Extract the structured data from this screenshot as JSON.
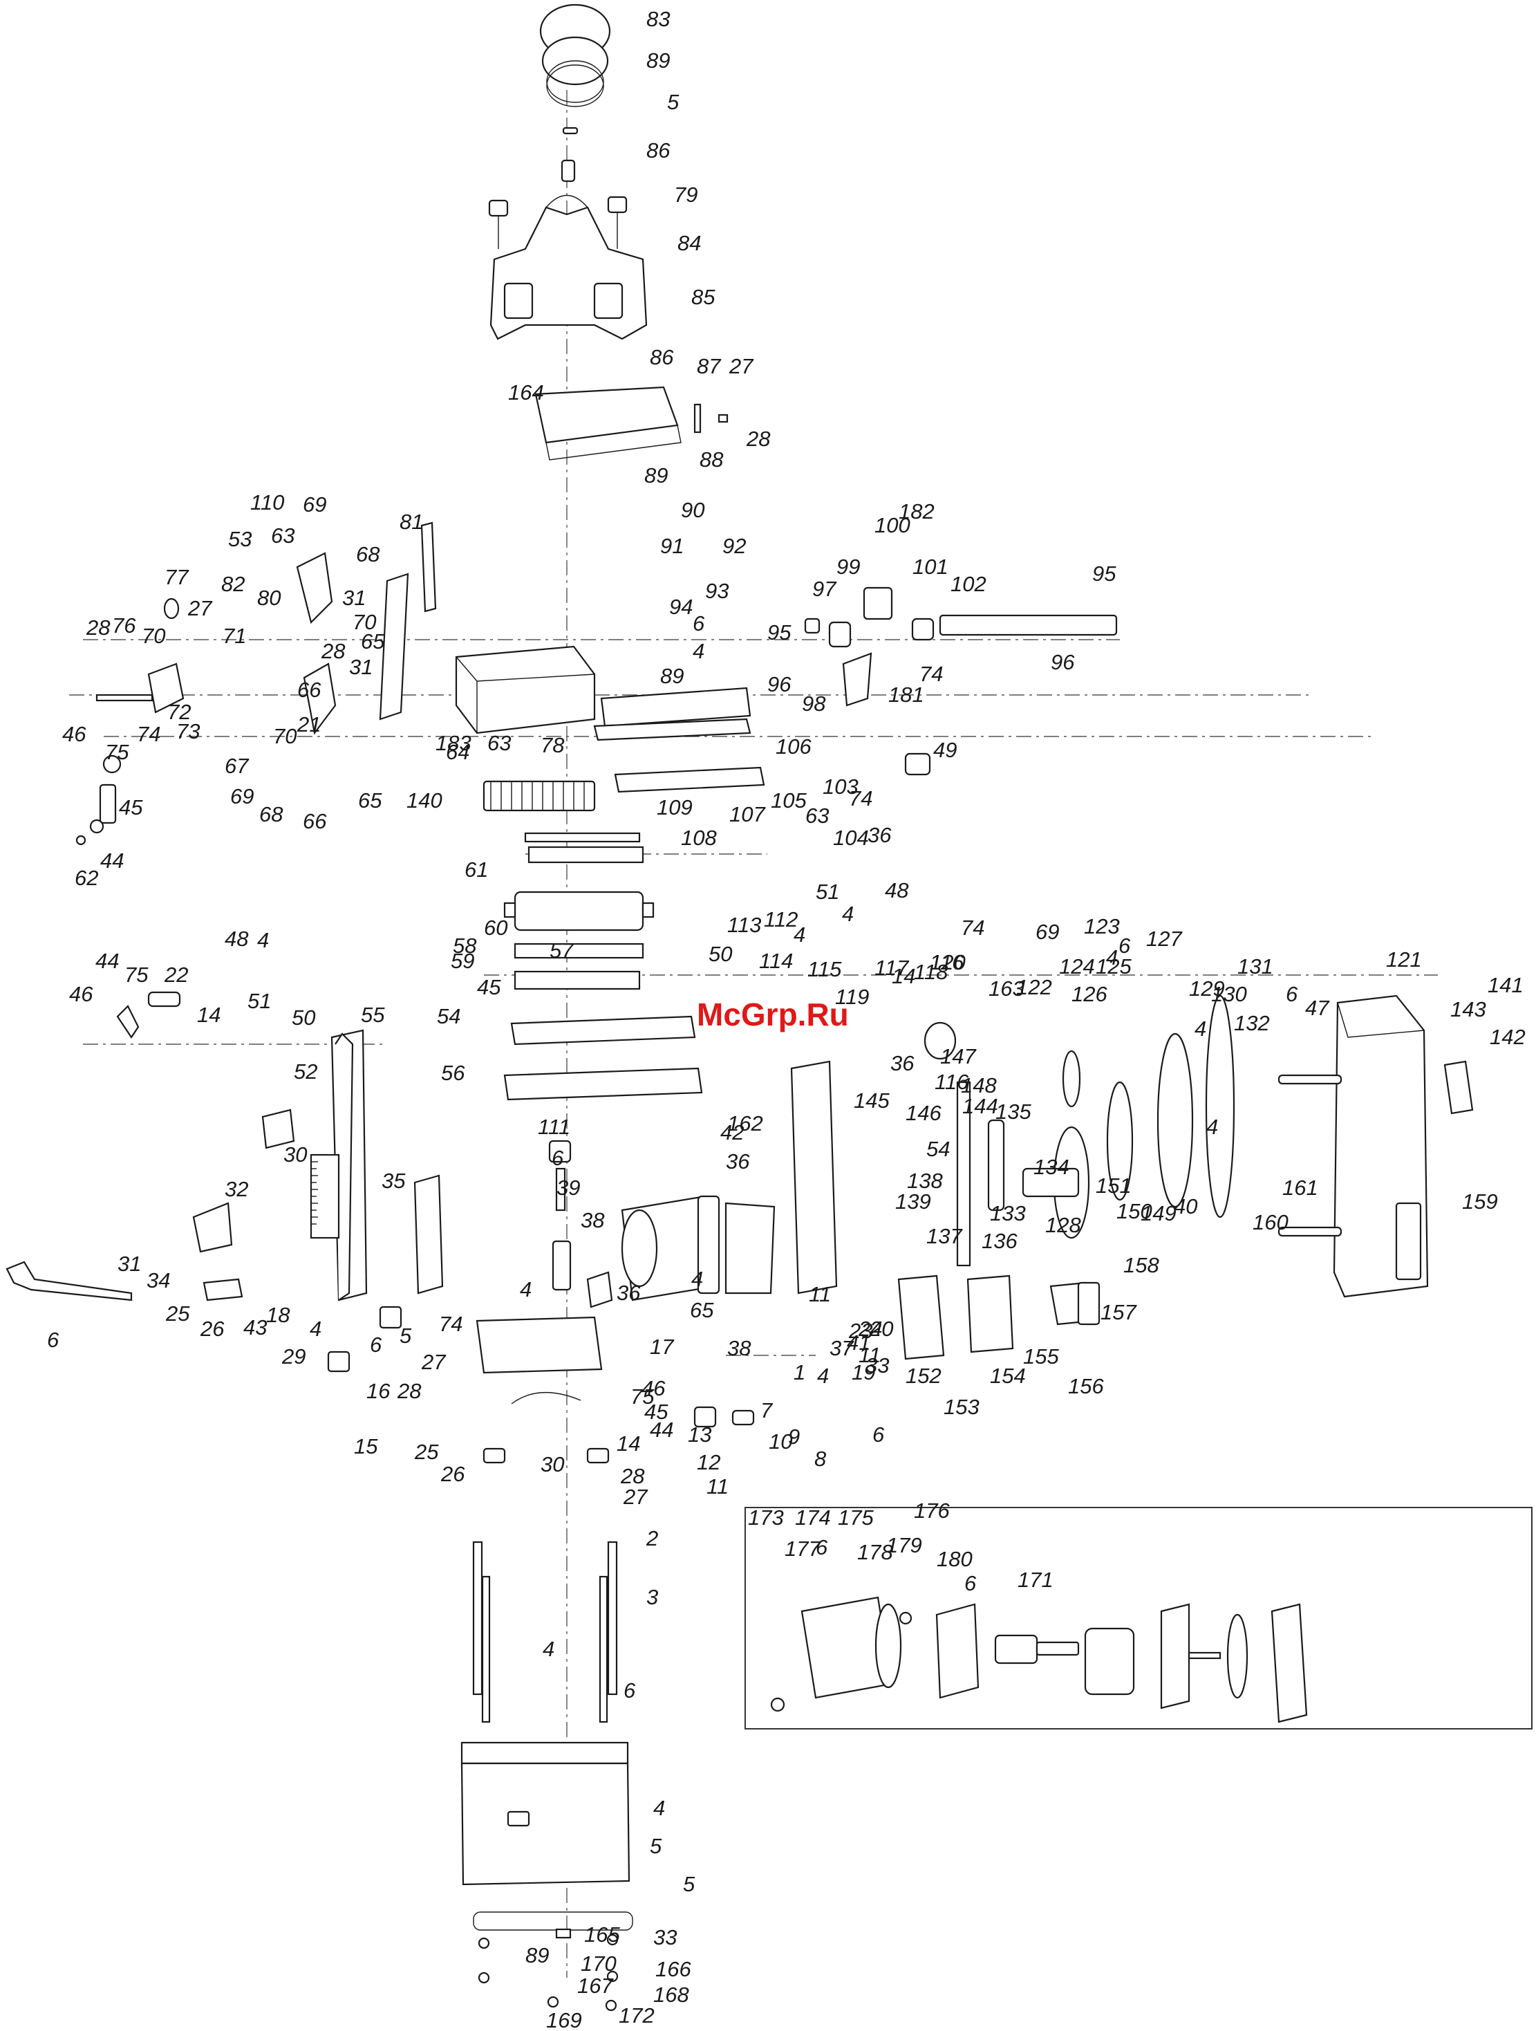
{
  "watermark": {
    "text": "McGrp.Ru",
    "color": "#e01818"
  },
  "callouts": [
    "83",
    "89",
    "5",
    "86",
    "79",
    "84",
    "85",
    "86",
    "87",
    "27",
    "28",
    "164",
    "88",
    "89",
    "90",
    "91",
    "92",
    "93",
    "94",
    "6",
    "4",
    "89",
    "100",
    "182",
    "95",
    "97",
    "99",
    "101",
    "102",
    "95",
    "74",
    "181",
    "96",
    "98",
    "96",
    "49",
    "106",
    "103",
    "105",
    "63",
    "74",
    "104",
    "36",
    "107",
    "108",
    "109",
    "110",
    "69",
    "81",
    "53",
    "63",
    "68",
    "82",
    "80",
    "31",
    "70",
    "65",
    "28",
    "31",
    "66",
    "21",
    "70",
    "67",
    "69",
    "68",
    "66",
    "65",
    "140",
    "183",
    "64",
    "63",
    "78",
    "77",
    "27",
    "28",
    "76",
    "70",
    "71",
    "72",
    "73",
    "74",
    "75",
    "46",
    "45",
    "44",
    "62",
    "61",
    "60",
    "58",
    "59",
    "57",
    "45",
    "44",
    "46",
    "75",
    "22",
    "14",
    "48",
    "4",
    "51",
    "50",
    "52",
    "55",
    "54",
    "56",
    "111",
    "113",
    "112",
    "114",
    "4",
    "50",
    "115",
    "51",
    "4",
    "48",
    "117",
    "14",
    "118",
    "116",
    "119",
    "120",
    "74",
    "69",
    "123",
    "122",
    "124",
    "125",
    "126",
    "4",
    "6",
    "127",
    "129",
    "4",
    "130",
    "131",
    "132",
    "6",
    "47",
    "121",
    "143",
    "141",
    "142",
    "163",
    "147",
    "148",
    "116",
    "144",
    "36",
    "145",
    "146",
    "54",
    "138",
    "139",
    "137",
    "136",
    "135",
    "134",
    "133",
    "128",
    "151",
    "150",
    "149",
    "40",
    "4",
    "42",
    "36",
    "162",
    "161",
    "160",
    "159",
    "158",
    "157",
    "156",
    "155",
    "154",
    "153",
    "152",
    "6",
    "4",
    "65",
    "38",
    "24",
    "23",
    "11",
    "19",
    "20",
    "33",
    "37",
    "41",
    "11",
    "4",
    "6",
    "39",
    "38",
    "4",
    "36",
    "35",
    "30",
    "32",
    "31",
    "34",
    "25",
    "26",
    "43",
    "18",
    "29",
    "4",
    "6",
    "5",
    "28",
    "27",
    "15",
    "16",
    "6",
    "17",
    "74",
    "75",
    "46",
    "45",
    "44",
    "25",
    "26",
    "30",
    "28",
    "27",
    "14",
    "13",
    "12",
    "11",
    "10",
    "9",
    "8",
    "1",
    "7",
    "2",
    "3",
    "6",
    "4",
    "4",
    "5",
    "5",
    "165",
    "33",
    "89",
    "170",
    "166",
    "167",
    "168",
    "169",
    "172",
    "173",
    "174",
    "175",
    "176",
    "177",
    "6",
    "178",
    "179",
    "180",
    "6",
    "171"
  ]
}
